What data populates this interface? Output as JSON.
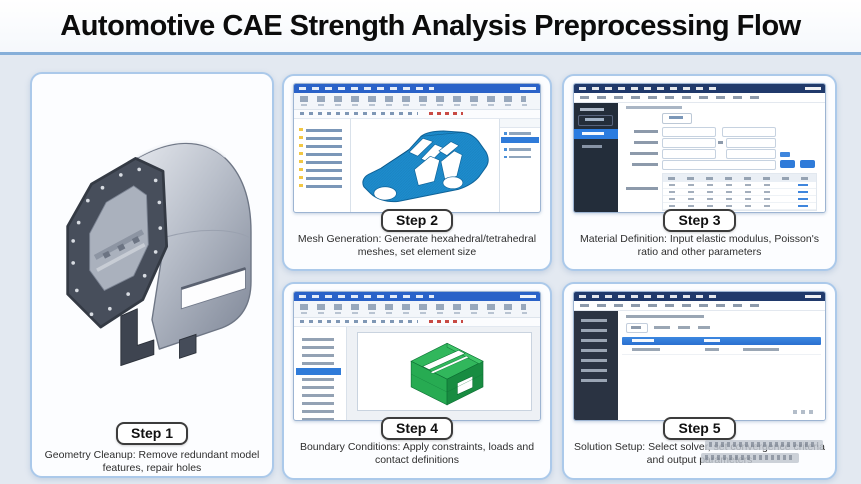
{
  "header": {
    "title": "Automotive CAE Strength Analysis Preprocessing Flow"
  },
  "steps": [
    {
      "badge": "Step 1",
      "caption": "Geometry Cleanup: Remove redundant model features, repair holes"
    },
    {
      "badge": "Step 2",
      "caption": "Mesh Generation: Generate hexahedral/tetrahedral meshes, set element size"
    },
    {
      "badge": "Step 3",
      "caption": "Material Definition: Input elastic modulus, Poisson's ratio and other parameters"
    },
    {
      "badge": "Step 4",
      "caption": "Boundary Conditions: Apply constraints, loads and contact definitions"
    },
    {
      "badge": "Step 5",
      "caption": "Solution Setup: Select solver, set convergence criteria and output parameters"
    }
  ],
  "models": {
    "step1": "gray-cad-housing-part",
    "step2": "blue-car-body-mesh",
    "step4": "green-block-model"
  },
  "colors": {
    "page_background": "#e3e9f1",
    "panel_border": "#abc9ea",
    "header_rule": "#86afd9",
    "accent_blue": "#2f7bd9",
    "titlebar_blue": "#2a62c8",
    "titlebar_navy": "#20396b",
    "mesh_blue": "#1d8ccd",
    "model_green": "#27ab52",
    "model_gray": "#aab1bd"
  }
}
